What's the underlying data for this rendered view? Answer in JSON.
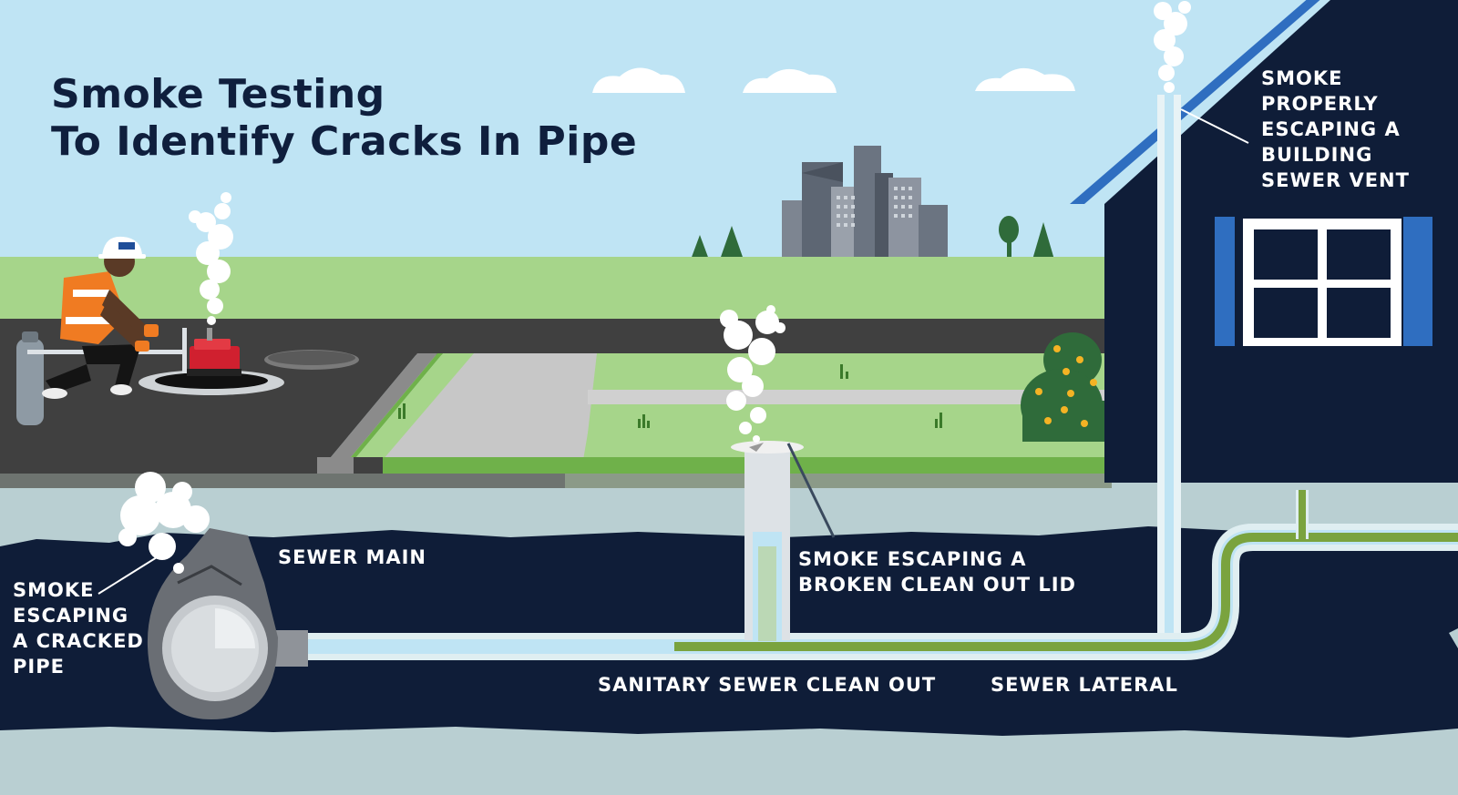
{
  "title": {
    "line1": "Smoke Testing",
    "line2": "To Identify Cracks In Pipe"
  },
  "labels": {
    "vent": [
      "SMOKE",
      "PROPERLY",
      "ESCAPING A",
      "BUILDING",
      "SEWER VENT"
    ],
    "sewer_main": "SEWER MAIN",
    "cracked_pipe": [
      "SMOKE",
      "ESCAPING",
      "A CRACKED",
      "PIPE"
    ],
    "clean_out_lid": [
      "SMOKE ESCAPING A",
      "BROKEN CLEAN OUT LID"
    ],
    "clean_out": "SANITARY SEWER CLEAN OUT",
    "lateral": "SEWER LATERAL"
  },
  "colors": {
    "sky": "#bfe4f4",
    "navy": "#0f1d38",
    "grass": "#a6d58a",
    "grass_dark": "#6fb14a",
    "asphalt": "#404040",
    "roof_blue": "#2f6ec0",
    "lateral_green": "#7aa33e",
    "ground_gray": "#b9cfd2"
  },
  "icons": [
    "worker-icon",
    "smoke-blower-icon",
    "gas-cylinder-icon",
    "cloud-icon",
    "city-skyline-icon",
    "tree-icon",
    "bush-icon",
    "smoke-plume-icon",
    "house-icon",
    "window-icon"
  ]
}
